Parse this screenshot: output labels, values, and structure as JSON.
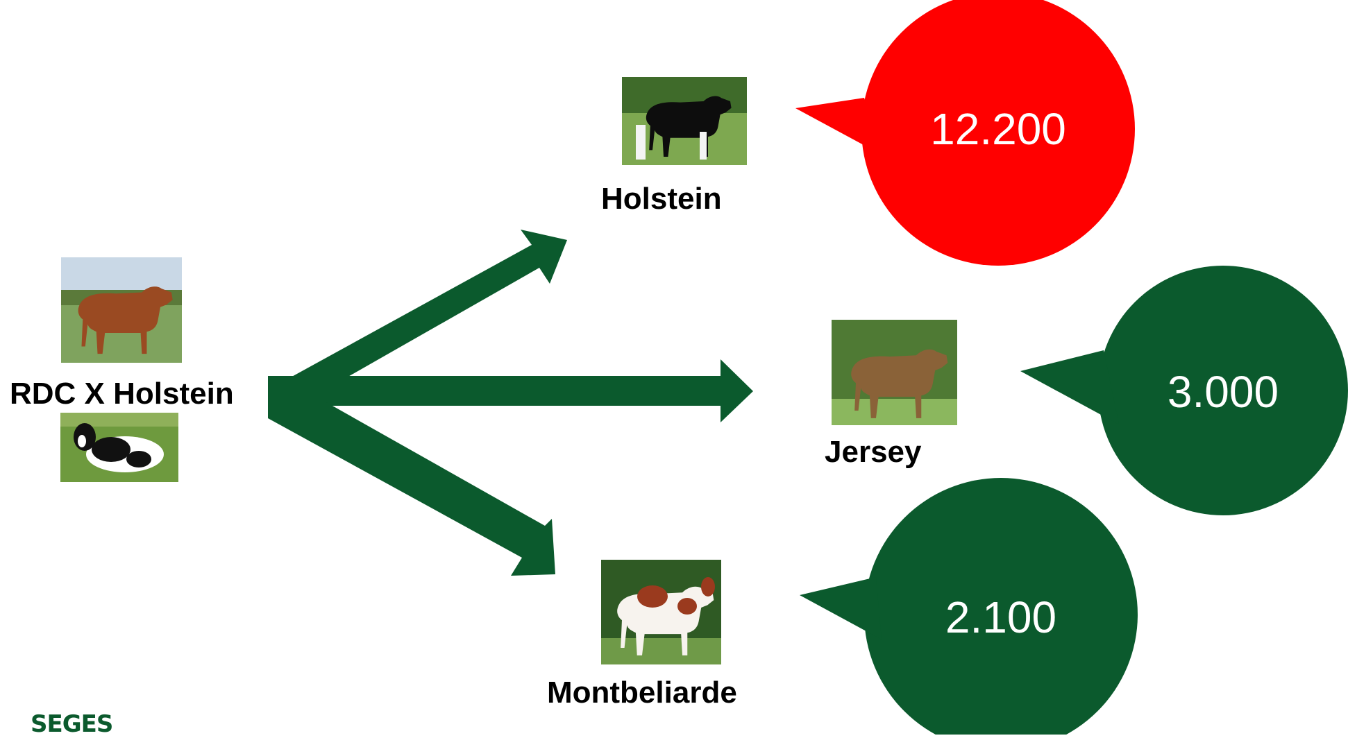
{
  "source": {
    "label": "RDC X Holstein",
    "photo_top": "rdc-bull-photo",
    "photo_bottom": "holstein-cow-lying-photo"
  },
  "targets": [
    {
      "label": "Holstein",
      "value": "12.200",
      "bubble_color": "#ff0000",
      "photo": "holstein-bull-photo"
    },
    {
      "label": "Jersey",
      "value": "3.000",
      "bubble_color": "#0b5a2d",
      "photo": "jersey-bull-photo"
    },
    {
      "label": "Montbeliarde",
      "value": "2.100",
      "bubble_color": "#0b5a2d",
      "photo": "montbeliarde-bull-photo"
    }
  ],
  "colors": {
    "arrow": "#0b5a2d",
    "highlight": "#ff0000",
    "logo": "#0b5a2d"
  },
  "logo": {
    "text": "SEGES"
  }
}
